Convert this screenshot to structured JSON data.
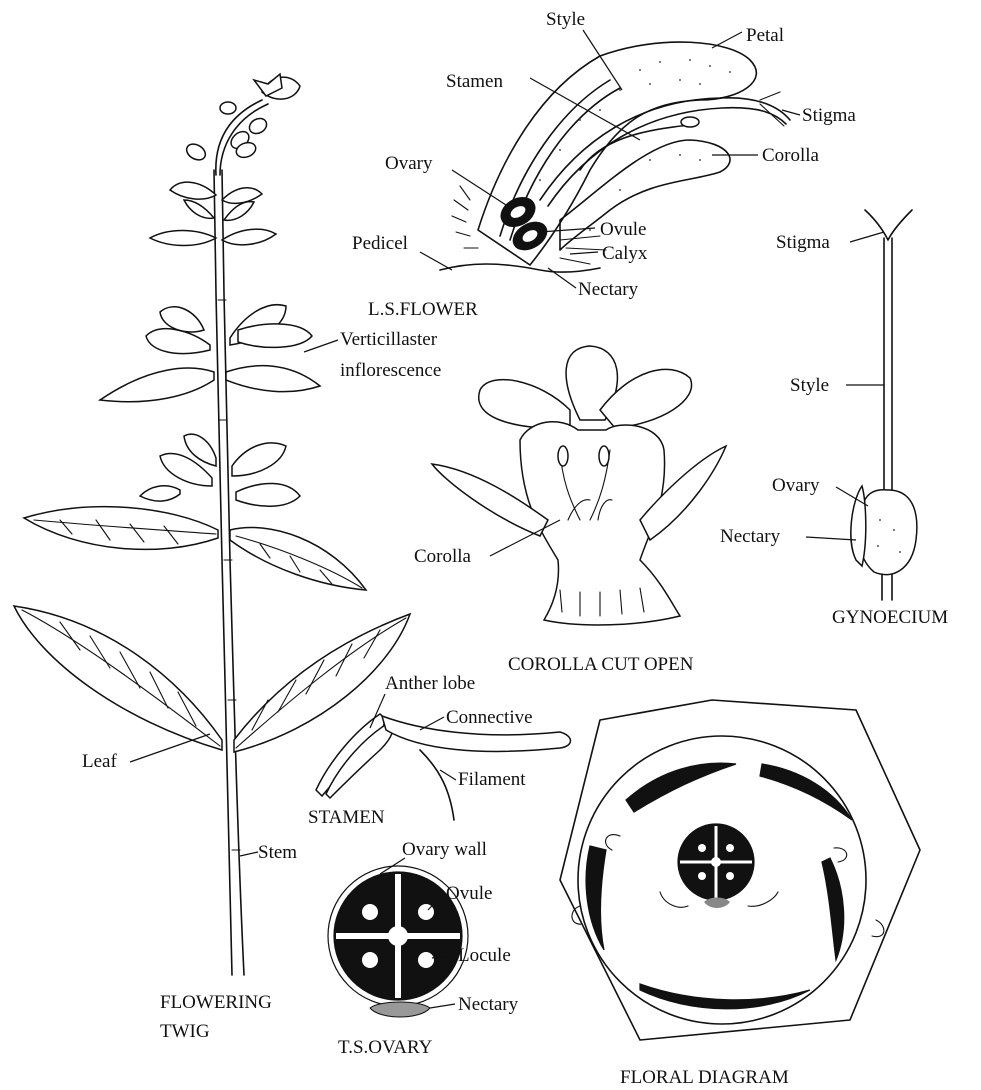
{
  "labels": {
    "ls_flower": {
      "style": "Style",
      "petal": "Petal",
      "stamen": "Stamen",
      "stigma": "Stigma",
      "corolla": "Corolla",
      "ovary": "Ovary",
      "ovule": "Ovule",
      "pedicel": "Pedicel",
      "calyx": "Calyx",
      "nectary": "Nectary",
      "caption": "L.S.FLOWER"
    },
    "twig": {
      "verticillaster_line1": "Verticillaster",
      "verticillaster_line2": "inflorescence",
      "leaf": "Leaf",
      "stem": "Stem",
      "caption_line1": "FLOWERING",
      "caption_line2": "TWIG"
    },
    "gynoecium": {
      "stigma": "Stigma",
      "style": "Style",
      "ovary": "Ovary",
      "nectary": "Nectary",
      "caption": "GYNOECIUM"
    },
    "corolla_cut": {
      "corolla": "Corolla",
      "caption": "COROLLA  CUT OPEN"
    },
    "stamen": {
      "anther_lobe": "Anther lobe",
      "connective": "Connective",
      "filament": "Filament",
      "caption": "STAMEN"
    },
    "ts_ovary": {
      "ovary_wall": "Ovary wall",
      "ovule": "Ovule",
      "locule": "Locule",
      "nectary": "Nectary",
      "caption": "T.S.OVARY"
    },
    "floral_diagram": {
      "caption": "FLORAL DIAGRAM"
    }
  }
}
